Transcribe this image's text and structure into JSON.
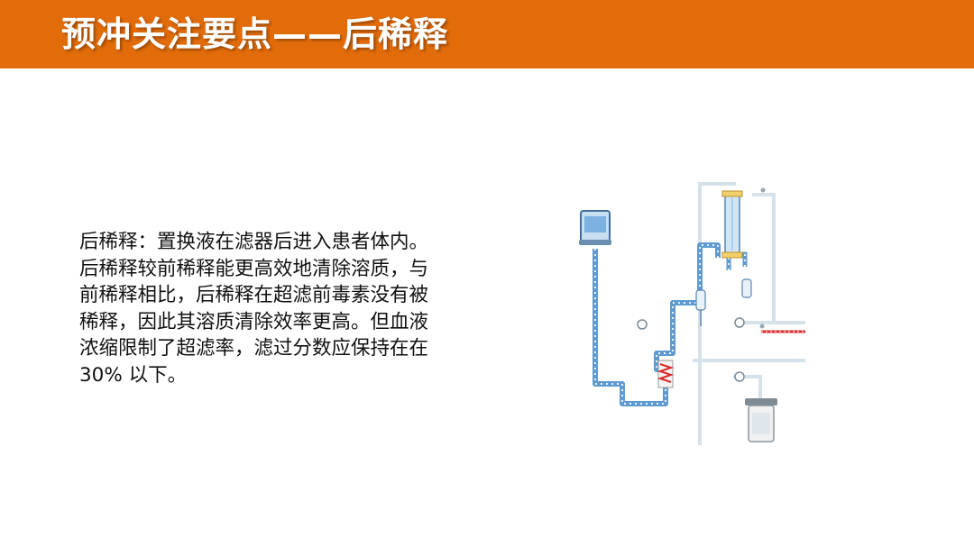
{
  "header": {
    "title": "预冲关注要点——后稀释"
  },
  "content": {
    "paragraph_lines": [
      "后稀释：置换液在滤器后进入患者体内。",
      "后稀释较前稀释能更高效地清除溶质，与",
      "前稀释相比，后稀释在超滤前毒素没有被",
      "稀释，因此其溶质清除效率更高。但血液",
      "浓缩限制了超滤率，滤过分数应保持在在",
      "30% 以下。"
    ]
  },
  "colors": {
    "header_bg": "#e36c0a",
    "tube_blue": "#6aa5d6",
    "tube_red": "#d92b2b"
  }
}
